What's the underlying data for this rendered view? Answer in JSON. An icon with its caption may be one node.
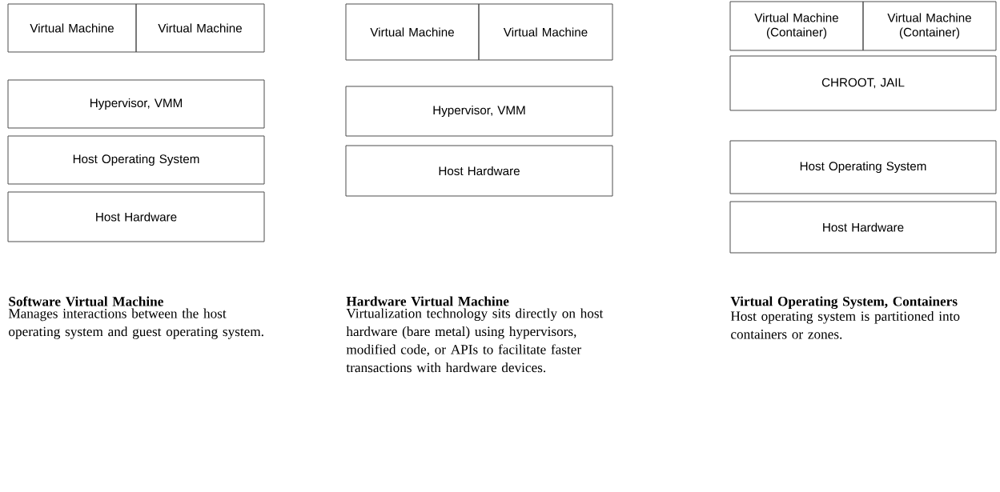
{
  "diagram": {
    "nodes": [
      {
        "text": [
          "Virtual Machine"
        ]
      },
      {
        "text": [
          "Virtual Machine"
        ]
      },
      {
        "text": [
          "Hypervisor, VMM"
        ]
      },
      {
        "text": [
          "Host Operating System"
        ]
      },
      {
        "text": [
          "Host Hardware"
        ]
      },
      {
        "text": [
          "Virtual Machine"
        ]
      },
      {
        "text": [
          "Virtual Machine"
        ]
      },
      {
        "text": [
          "Hypervisor, VMM"
        ]
      },
      {
        "text": [
          "Host Hardware"
        ]
      },
      {
        "text": [
          "Virtual Machine (Container)"
        ]
      },
      {
        "text": [
          "Virtual Machine (Container)"
        ]
      },
      {
        "text": [
          "CHROOT, JAIL"
        ]
      },
      {
        "text": [
          "Host Operating System"
        ]
      },
      {
        "text": [
          "Host Hardware"
        ]
      }
    ],
    "labels": [
      "Software Virtual Machine",
      "Manages interactions between the host operating system and guest operating system.",
      "Hardware Virtual Machine",
      "Virtualization technology sits directly on host hardware (bare metal) using hypervisors, modified code, or APIs to facilitate faster transactions with hardware devices.",
      "Virtual Operating System, Containers",
      "Host operating system is partitioned into containers or zones."
    ]
  }
}
